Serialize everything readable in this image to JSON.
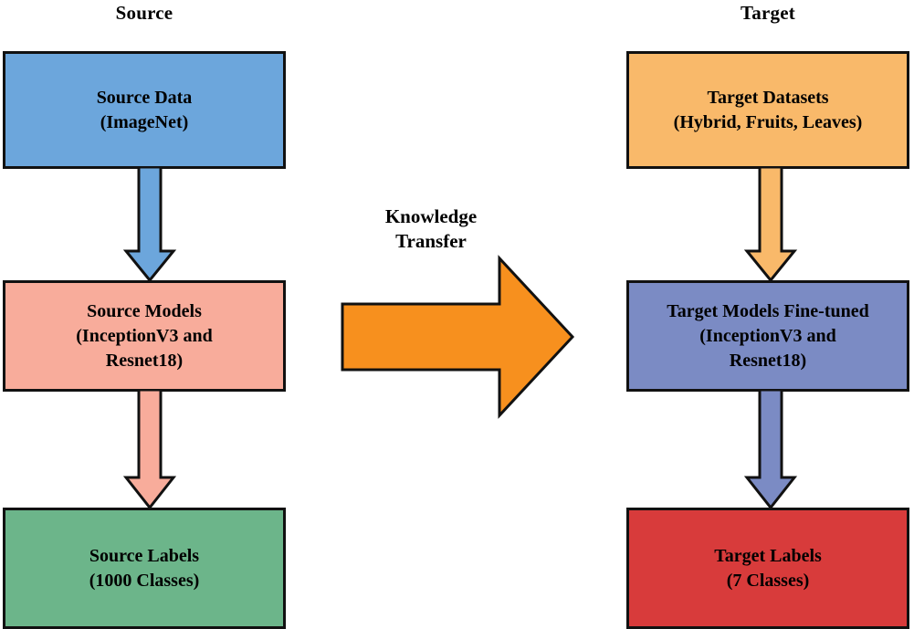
{
  "diagram": {
    "type": "transfer-learning-flowchart",
    "background_color": "#FFFFFF",
    "columns": {
      "source_title": "Source",
      "target_title": "Target"
    },
    "center": {
      "label_line1": "Knowledge",
      "label_line2": "Transfer",
      "arrow_color": "#F7901E",
      "arrow_direction": "right"
    },
    "nodes": [
      {
        "id": "source-data",
        "line1": "Source Data",
        "line2": "(ImageNet)",
        "color": "#6CA6DC"
      },
      {
        "id": "source-models",
        "line1": "Source Models",
        "line2": "(InceptionV3 and",
        "line3": "Resnet18)",
        "color": "#F8AC9B"
      },
      {
        "id": "source-labels",
        "line1": "Source Labels",
        "line2": "(1000 Classes)",
        "color": "#6CB58A"
      },
      {
        "id": "target-data",
        "line1": "Target Datasets",
        "line2": "(Hybrid, Fruits, Leaves)",
        "color": "#F9B96A"
      },
      {
        "id": "target-models",
        "line1": "Target Models Fine-tuned",
        "line2": "(InceptionV3 and",
        "line3": "Resnet18)",
        "color": "#7B8BC4"
      },
      {
        "id": "target-labels",
        "line1": "Target Labels",
        "line2": "(7 Classes)",
        "color": "#D83B3B"
      }
    ],
    "connectors": [
      {
        "id": "source-data-to-source-models",
        "color": "#6CA6DC",
        "direction": "down"
      },
      {
        "id": "source-models-to-source-labels",
        "color": "#F8AC9B",
        "direction": "down"
      },
      {
        "id": "target-data-to-target-models",
        "color": "#F9B96A",
        "direction": "down"
      },
      {
        "id": "target-models-to-target-labels",
        "color": "#7B8BC4",
        "direction": "down"
      }
    ]
  }
}
